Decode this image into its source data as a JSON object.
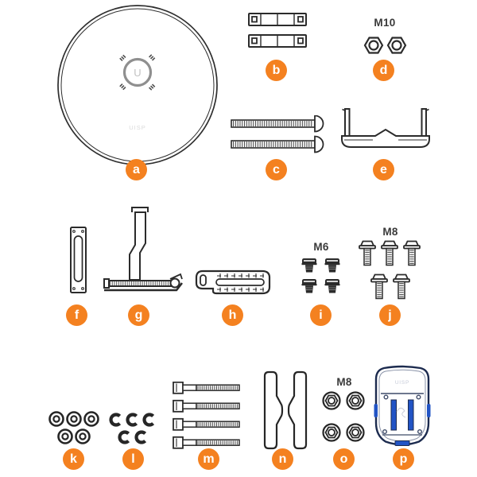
{
  "canvas": {
    "background": "#ffffff",
    "accent": "#F48120",
    "ink": "#2b2b2b",
    "part_blue": "#2254c5",
    "label_text_color": "#ffffff"
  },
  "parts": {
    "a": {
      "label": "a",
      "logo": "U",
      "watermark": "UISP"
    },
    "b": {
      "label": "b"
    },
    "c": {
      "label": "c"
    },
    "d": {
      "label": "d",
      "size": "M10"
    },
    "e": {
      "label": "e"
    },
    "f": {
      "label": "f"
    },
    "g": {
      "label": "g"
    },
    "h": {
      "label": "h"
    },
    "i": {
      "label": "i",
      "size": "M6"
    },
    "j": {
      "label": "j",
      "size": "M8"
    },
    "k": {
      "label": "k"
    },
    "l": {
      "label": "l"
    },
    "m": {
      "label": "m"
    },
    "n": {
      "label": "n"
    },
    "o": {
      "label": "o",
      "size": "M8"
    },
    "p": {
      "label": "p",
      "watermark": "UISP"
    }
  }
}
